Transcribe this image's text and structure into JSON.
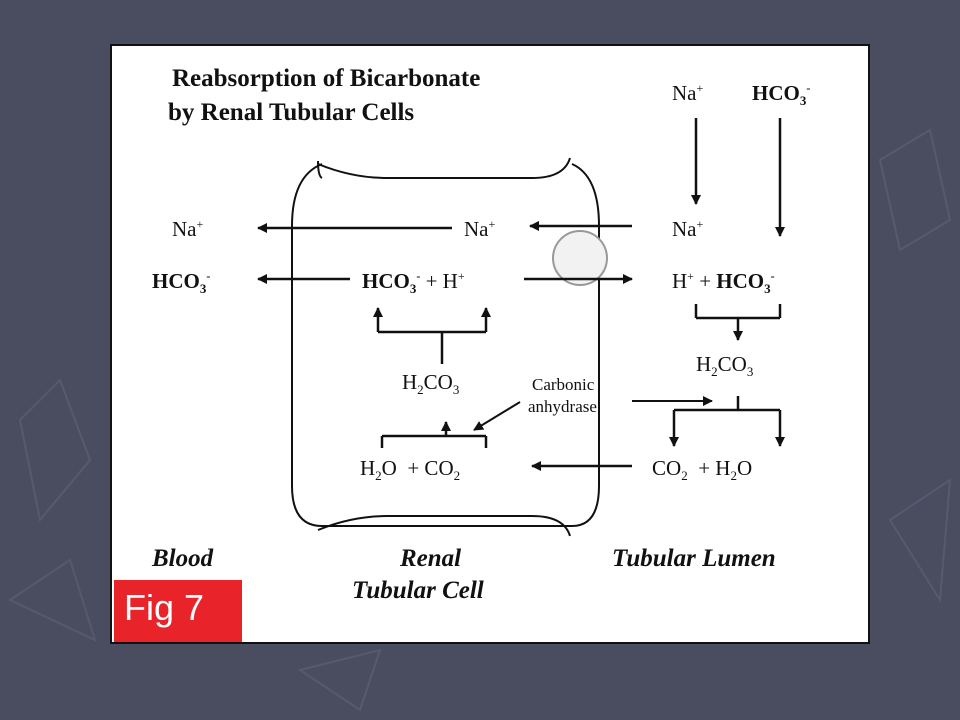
{
  "title": {
    "line1": "Reabsorption of Bicarbonate",
    "line2": "by Renal Tubular Cells"
  },
  "lumen_top": {
    "na": "Na+",
    "hco3": "HCO3-"
  },
  "blood": {
    "na": "Na+",
    "hco3": "HCO3-"
  },
  "cell": {
    "na": "Na+",
    "hco3_h": "HCO3- + H+",
    "h2co3": "H2CO3",
    "h2o_co2": "H2O + CO2"
  },
  "lumen": {
    "na": "Na+",
    "h_hco3": "H+ + HCO3-",
    "h2co3": "H2CO3",
    "co2_h2o": "CO2 + H2O"
  },
  "enzyme": {
    "line1": "Carbonic",
    "line2": "anhydrase"
  },
  "regions": {
    "blood": "Blood",
    "cell_line1": "Renal",
    "cell_line2": "Tubular Cell",
    "lumen": "Tubular Lumen"
  },
  "badge": "Fig 7",
  "colors": {
    "slide_background": "#4a4d5f",
    "badge": "#e8232a"
  }
}
